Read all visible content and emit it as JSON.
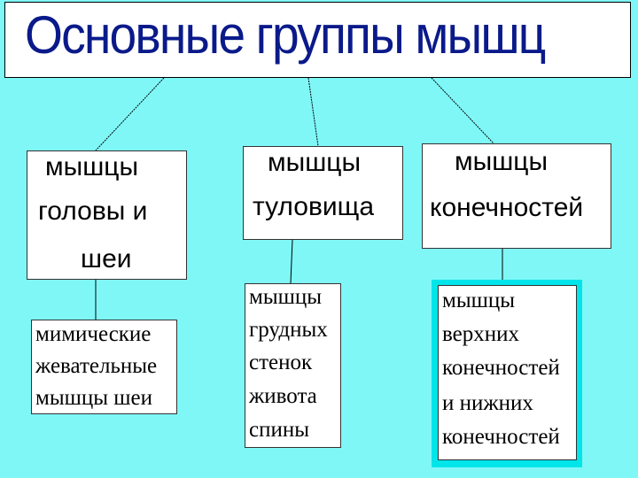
{
  "title": "Основные группы мышц",
  "groups": [
    {
      "lines": [
        "мышцы",
        "головы и",
        "шеи"
      ],
      "sub": [
        "мимические",
        "жевательные",
        "мышцы шеи"
      ]
    },
    {
      "lines": [
        "мышцы",
        "туловища"
      ],
      "sub": [
        "мышцы",
        "грудных",
        "стенок",
        "живота",
        "спины"
      ]
    },
    {
      "lines": [
        "мышцы",
        "конечностей"
      ],
      "sub": [
        "мышцы",
        "верхних",
        "конечностей",
        "и нижних",
        "конечностей"
      ]
    }
  ],
  "colors": {
    "background": "#7ff7f7",
    "title_text": "#0a1a8a",
    "highlight_frame": "#00e5ea"
  }
}
